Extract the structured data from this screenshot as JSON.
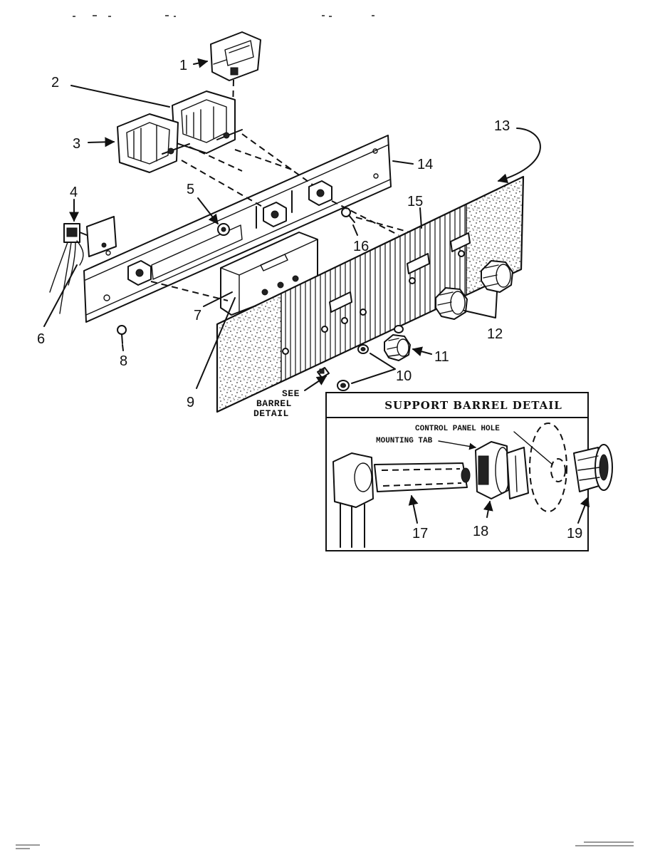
{
  "callouts": [
    "1",
    "2",
    "3",
    "4",
    "5",
    "6",
    "7",
    "8",
    "9",
    "10",
    "11",
    "12",
    "13",
    "14",
    "15",
    "16"
  ],
  "see_detail": [
    "SEE",
    "BARREL",
    "DETAIL"
  ],
  "inset": {
    "title": "SUPPORT BARREL DETAIL",
    "control_panel_hole": "CONTROL PANEL HOLE",
    "mounting_tab": "MOUNTING TAB",
    "callouts": [
      "17",
      "18",
      "19"
    ]
  }
}
